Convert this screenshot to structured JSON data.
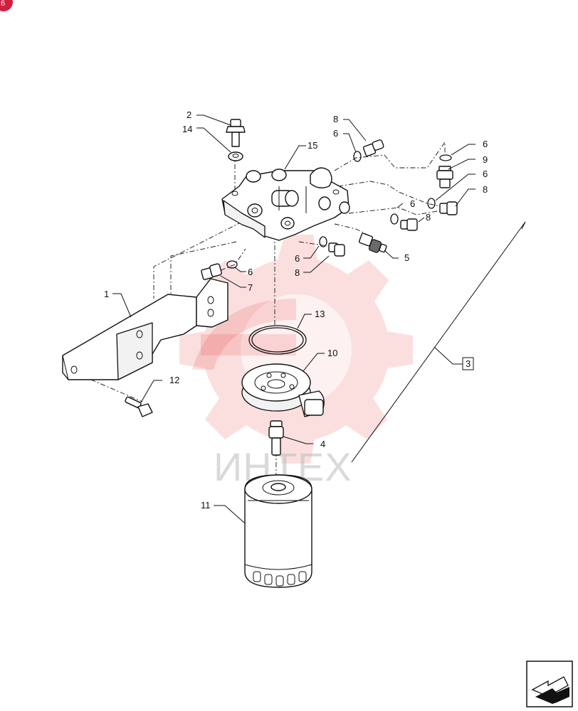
{
  "watermark": {
    "text": "ИНТЕХ"
  },
  "corner_badge": {
    "text": "6"
  },
  "callouts": {
    "c1": "1",
    "c2": "2",
    "c3": "3",
    "c4": "4",
    "c5": "5",
    "c6a": "6",
    "c6b": "6",
    "c6c": "6",
    "c6d": "6",
    "c6e": "6",
    "c6f": "6",
    "c7": "7",
    "c8a": "8",
    "c8b": "8",
    "c8c": "8",
    "c9": "9",
    "c10": "10",
    "c11": "11",
    "c12": "12",
    "c13": "13",
    "c14": "14",
    "c15": "15"
  },
  "colors": {
    "brand_red": "#d21f3c",
    "watermark_red": "#e63a3a"
  },
  "icons": {
    "nav": "next-page-arrow-icon"
  }
}
